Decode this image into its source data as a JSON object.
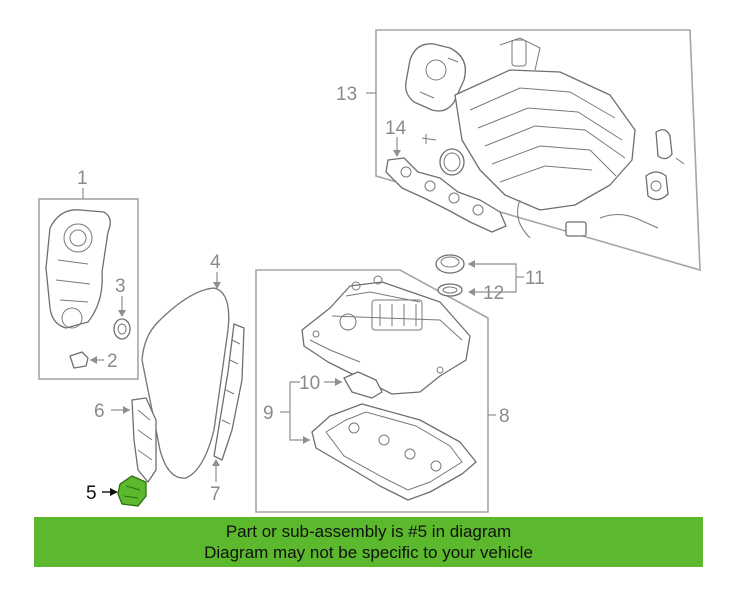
{
  "diagram": {
    "callouts": {
      "c1": "1",
      "c2": "2",
      "c3": "3",
      "c4": "4",
      "c5": "5",
      "c6": "6",
      "c7": "7",
      "c8": "8",
      "c9": "9",
      "c10": "10",
      "c11": "11",
      "c12": "12",
      "c13": "13",
      "c14": "14"
    },
    "highlighted_part": "5",
    "colors": {
      "highlight": "#5cb82c",
      "line": "#8f8f8f",
      "banner": "#5cb82c"
    }
  },
  "banner": {
    "line1": "Part or sub-assembly is #5 in diagram",
    "line2": "Diagram may not be specific to your vehicle"
  }
}
